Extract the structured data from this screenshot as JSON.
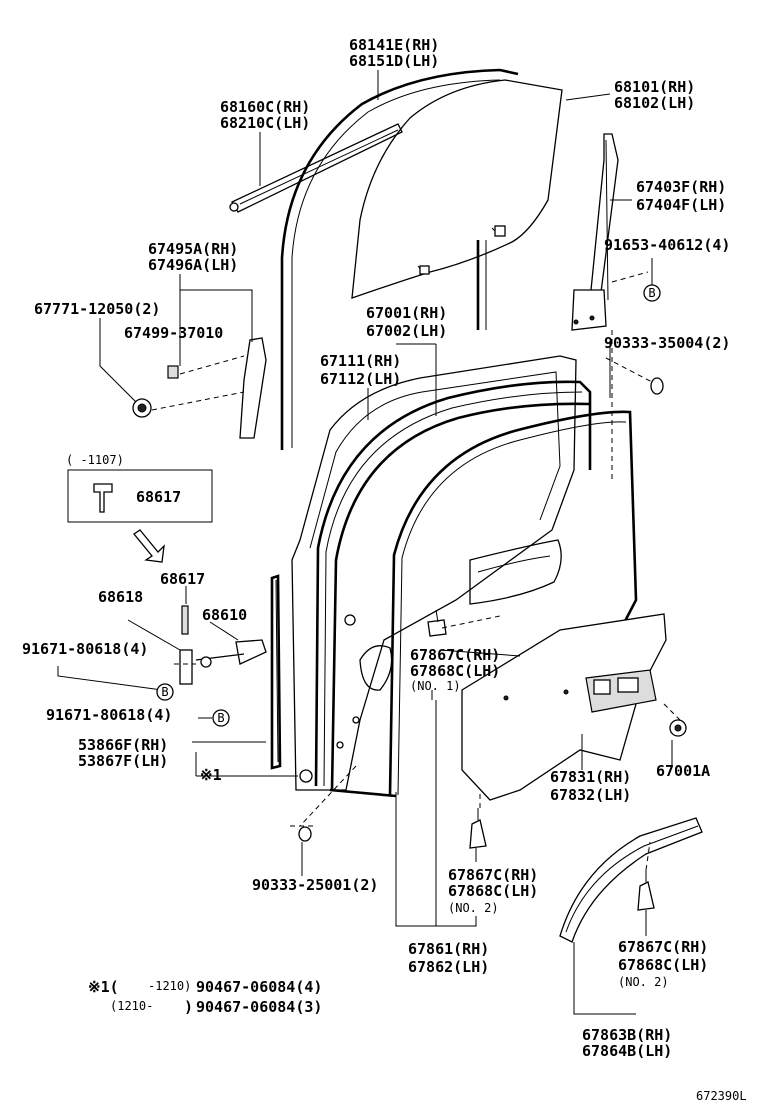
{
  "labels": {
    "p68141": [
      "68141E(RH)",
      "68151D(LH)"
    ],
    "p68101": [
      "68101(RH)",
      "68102(LH)"
    ],
    "p68160": [
      "68160C(RH)",
      "68210C(LH)"
    ],
    "p67403": [
      "67403F(RH)",
      "67404F(LH)"
    ],
    "p91653": "91653-40612(4)",
    "p67495": [
      "67495A(RH)",
      "67496A(LH)"
    ],
    "p67771": "67771-12050(2)",
    "p67499": "67499-37010",
    "p67001": [
      "67001(RH)",
      "67002(LH)"
    ],
    "p90333a": "90333-35004(2)",
    "p67111": [
      "67111(RH)",
      "67112(LH)"
    ],
    "inset_range": "(    -1107)",
    "inset_part": "68617",
    "p68617": "68617",
    "p68618": "68618",
    "p68610": "68610",
    "p91671a": "91671-80618(4)",
    "p67867a": [
      "67867C(RH)",
      "67868C(LH)"
    ],
    "p67867a_note": "(NO. 1)",
    "p91671b": "91671-80618(4)",
    "p53866": [
      "53866F(RH)",
      "53867F(LH)"
    ],
    "star1": "※1",
    "p67831": [
      "67831(RH)",
      "67832(LH)"
    ],
    "p67001A": "67001A",
    "p67867b": [
      "67867C(RH)",
      "67868C(LH)"
    ],
    "p67867b_note": "(NO. 2)",
    "p90333b": "90333-25001(2)",
    "p67861": [
      "67861(RH)",
      "67862(LH)"
    ],
    "p67867c": [
      "67867C(RH)",
      "67868C(LH)"
    ],
    "p67867c_note": "(NO. 2)",
    "p67863": [
      "67863B(RH)",
      "67864B(LH)"
    ],
    "note1_prefix": "※1(",
    "note1_range": "-1210)",
    "note1_part": "90467-06084(4)",
    "note2_range": "(1210-",
    "note2_close": ")",
    "note2_part": "90467-06084(3)",
    "callout_b": "B",
    "diagram_id": "672390L"
  }
}
